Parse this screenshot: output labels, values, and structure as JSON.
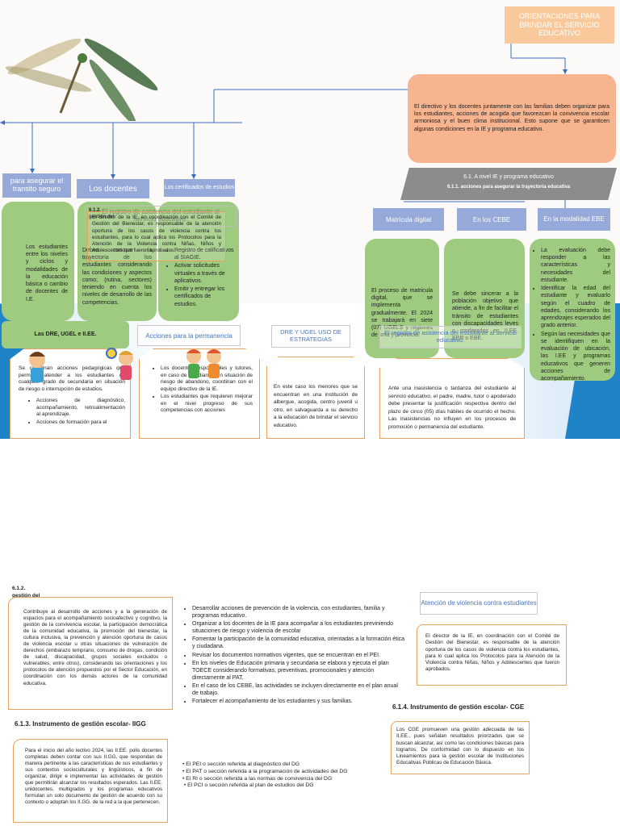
{
  "top_title": "ORIENTACIONES PARA BRINDAR EL SERVICIO EDUCATIVO",
  "intro_box": "El directivo y los docentes juntamente con las familias deben organizar para los estudiantes, acciones de acogida que favorezcan la convivencia escolar armoniosa y el buen clima institucional. Esto supone que se garanticen algunas condiciones en la IE y programa educativo.",
  "banner": {
    "line1": "6.1. A nivel IE y programa educativo",
    "line2": "6.1.1. acciones para asegurar la trayectoria educativa"
  },
  "left_labels": {
    "transito": "para asegurar el transito seguro",
    "docentes": "Los docentes",
    "certificados": "Los certificados de estudios"
  },
  "right_labels": {
    "matricula": "Matrícula digital",
    "cebe": "En los CEBE",
    "ebe": "En la modalidad EBE"
  },
  "green_boxes": {
    "estudiantes": "Los estudiantes entre los niveles y ciclos y modalidades de la educación básica o cambio de docentes de I.E.",
    "docentes_text": "Deben conocer la trayectoria de los estudiantes considerando las condiciones y aspectos como; (rutina, sectores) teniendo en cuenta los niveles de desarrollo de las competencias.",
    "certificados_items": [
      "Registro de calificativos al SIAGIE.",
      "Activar solicitudes virtuales a través de aplicativos.",
      "Emitir y entregar los certificados de estudios."
    ],
    "matricula_text": "El proceso de matricula digital, que se implementa gradualmente. El 2024 se trabajará en siete (07) UGELS y regiones de lima y provincia.",
    "cebe_text": "Se debe sincerar a la población objetivo que atiende, a fin de facilitar el tránsito de estudiantes con discapacidades leves o moderados en II.EE. EBR o EBE.",
    "ebe_items": [
      "La evaluación debe responder a las características y necesidades del estudiante.",
      "Identificar la edad del estudiante y evaluarlo según el cuadro de edades, considerando los aprendizajes esperados del grado anterior.",
      "Según las necesidades que se identifiquen en la evaluación de ubicación, las I.EE y programas educativos que generen acciones de acompañamiento."
    ]
  },
  "overlaps": {
    "heading_num": "6.1.2.",
    "heading_word": "gestión del",
    "registro_ghost": "El registro de asistencia del estudiante al servicio educativo.",
    "comite_text": "El director de la IE, en coordinación con el Comité de Gestión del Bienestar, es responsable de la atención oportuna de los casos de violencia contra los estudiantes, para lo cual aplica los Protocolos para la Atención de la Violencia contra Niñas, Niños y Adolescentes que fueron aprobados."
  },
  "mid_row": {
    "dre": "Las DRE, UGEL e II.EE.",
    "permanencia": "Acciones para la permanencia",
    "dre_ugel": "DRE Y UGEL USO DE ESTRATEGIAS",
    "registro": "El registro de asistencia del estudiante al servicio educativo."
  },
  "lower": {
    "coordinan": "Se coordinan acciones pedagógicas que permitan atender a los estudiantes de cualquier grado de secundaria en situación de riesgo o interrupción de estudios.",
    "coordinan_items": [
      "Acciones de diagnóstico, acompañamiento, retroalimentación al aprendizaje.",
      "Acciones de formación para el"
    ],
    "docentes_items": [
      "Los docentes responsables y tutores, en caso de estudiantes en situación de riesgo de abandono, coordinan con el equipo directivo de la IE.",
      "Los estudiantes que requieren mejorar en el nivel progreso de sus competencias con acciones"
    ],
    "albergue": "En este caso los menores que se encuentran en una institución de albergue, acogida, centro juvenil u otro, en salvaguarda a su derecho a la educación de brindar el servicio educativo.",
    "inasistencia": "Ante una inasistencia o tardanza del estudiante al servicio educativo, el padre, madre, tutor o apoderado debe presentar la justificación respectiva dentro del plazo de cinco (05) días hábiles de ocurrido el hecho. Las inasistencias no influyen en los procesos de promoción o permanencia del estudiante."
  },
  "bottom": {
    "heading_num": "6.1.2.",
    "heading_word": "gestión del",
    "convivencia": "Contribuye al desarrollo de acciones y a la generación de espacios para el acompañamiento socioafectivo y cognitivo, la gestión de la convivencia escolar, la participación democrática de la comunidad educativa, la promoción del bienestar, la cultura inclusiva, la prevención y atención oportuna de casos de violencia escolar u otras situaciones de vulneración de derechos (embarazo temprano, consumo de drogas, condición de salud, discapacidad, grupos sociales excluidos o vulnerables, entre otros), considerando las orientaciones y los protocolos de atención propuestos por el Sector Educación, en coordinación con los demás actores de la comunidad educativa.",
    "bullets": [
      "Desarrollar acciones de prevención de la violencia, con estudiantes, familia y programas educativo.",
      "Organizar a los docentes de la IE para acompañar a los estudiantes previniendo situaciones de riesgo y violencia de escolar",
      "Fomentar la participación de la comunidad educativa, orientadas a la formación ética y ciudadana.",
      "Revisar los documentos normativos vigentes, que se encuentran en el PEI.",
      "En los niveles de Educación primaria y secundaria se elabora y ejecuta el plan TOECE considerando formativas, preventivas, promocionales y atención directamente al PAT.",
      "En el caso de los CEBE, las actividades se incluyen directamente en el plan anual de trabajo.",
      "Fortalecer el acompañamiento de los estudiantes y sus familias."
    ],
    "violencia_title": "Atención de violencia contra estudiantes",
    "violencia_text": "El director de la IE, en coordinación con el Comité de Gestión del Bienestar, es responsable de la atención oportuna de los casos de violencia contra los estudiantes, para lo cual aplica los Protocolos para la Atención de la Violencia contra Niñas, Niños y Adolescentes que fueron aprobados.",
    "iigg_title": "6.1.3. Instrumento de gestión escolar- IIGG",
    "iigg_text": "Para el inicio del año lectivo 2024, las II.EE. polis docentes completas deben contar con sus II.GG, que respondan de manera pertinente a las características de sus estudiantes y sus contextos socioculturales y lingüísticos, a fin de organizar, dirigir e implementar las actividades de gestión que permitirán alcanzar los resultados esperados. Las II.EE. unidocentes, multigrados y los programas educativos formulan un solo documento de gestión de acuerdo con su contexto o adoptan los II.GG. de la red a la que pertenecen.",
    "dg_items": [
      "El PEI o sección referida al diagnóstico del DG",
      "El PAT o sección referida a la programación de actividades del DG",
      "El RI o sección referida a las normas de convivencia del DG",
      "El PCI o sección referida al plan de estudios del DG"
    ],
    "cge_title": "6.1.4. Instrumento de gestión escolar- CGE",
    "cge_text": "Los CGE promueven una gestión adecuada de las II.EE., pues señalan resultados priorizados que se buscan alcanzar, así como las condiciones básicas para lograrlos. De conformidad con lo dispuesto en los Lineamientos para la gestión escolar de Instituciones Educativas Públicas de Educación Básica."
  }
}
